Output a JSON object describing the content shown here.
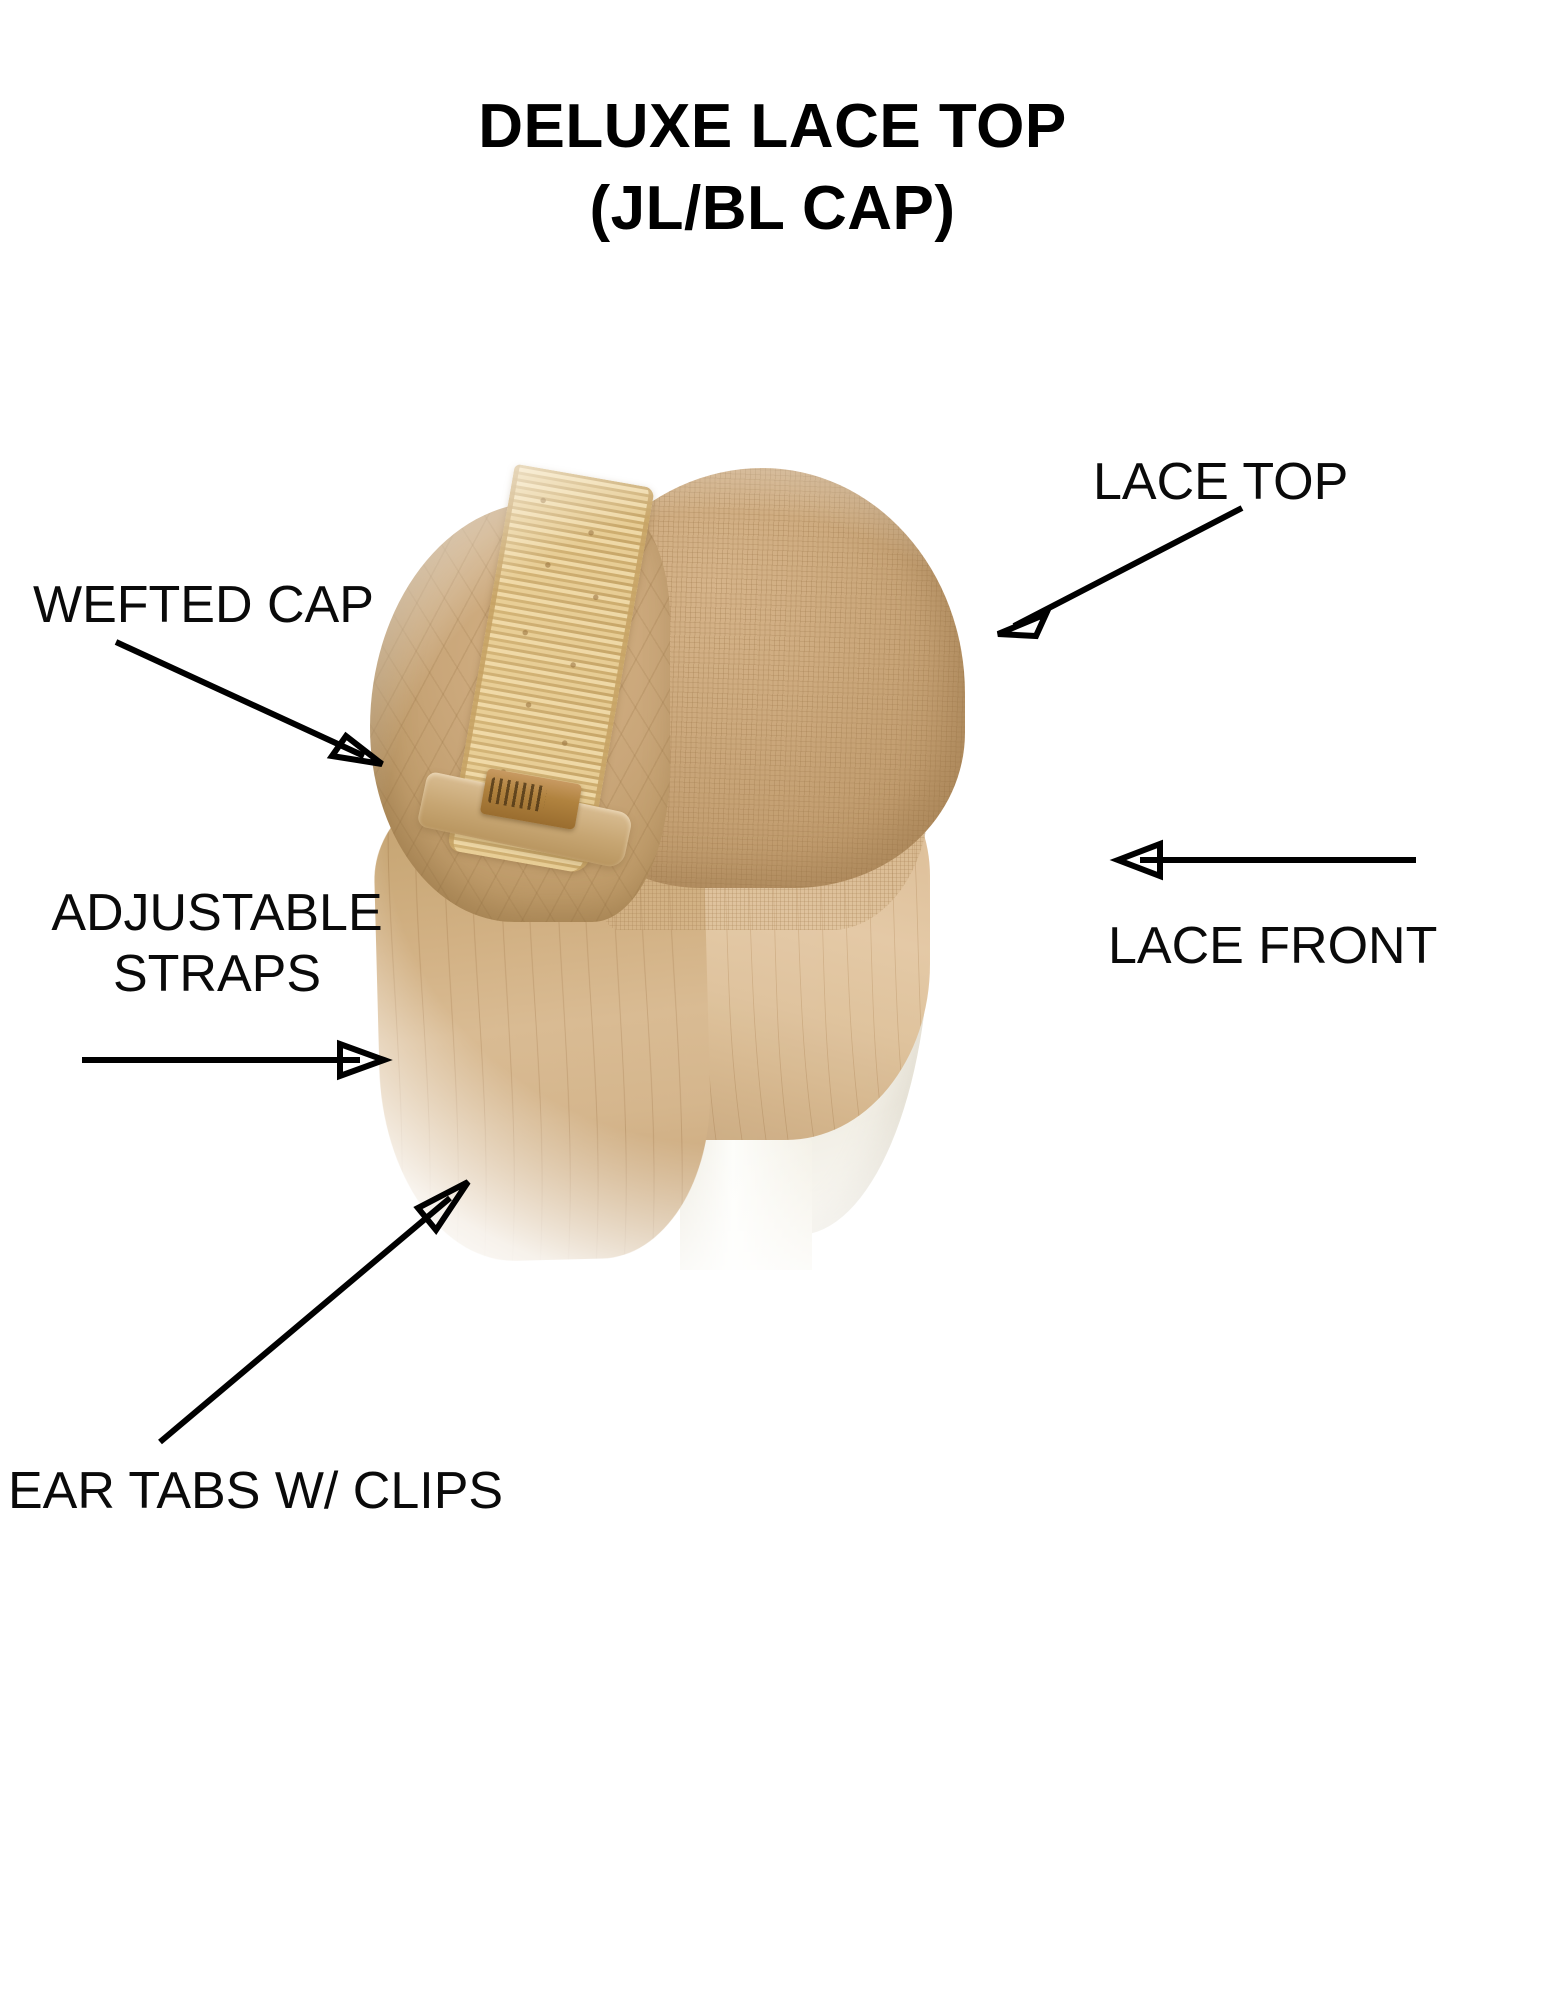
{
  "header": {
    "title_line_1": "DELUXE LACE TOP",
    "title_line_2": "(JL/BL CAP)"
  },
  "labels": {
    "lace_top": "LACE TOP",
    "wefted_cap": "WEFTED CAP",
    "adjustable_straps_line_1": "ADJUSTABLE",
    "adjustable_straps_line_2": "STRAPS",
    "lace_front": "LACE FRONT",
    "ear_tabs": "EAR TABS W/ CLIPS"
  },
  "colors": {
    "text": "#000000",
    "background": "#ffffff",
    "arrow": "#000000",
    "cap_lace": "#cdaa7e",
    "cap_wefted": "#c9a679",
    "lace_trim": "#dcc08a",
    "hair": "#d2b184",
    "mannequin": "#f7f5ee",
    "clip_metal": "#b1833f"
  },
  "diagram": {
    "subject": "wig-cap-side-view",
    "parts": [
      "lace-top",
      "wefted-cap",
      "lace-trim-band",
      "adjustable-strap",
      "ear-tab-clip",
      "lace-front",
      "hair"
    ]
  }
}
